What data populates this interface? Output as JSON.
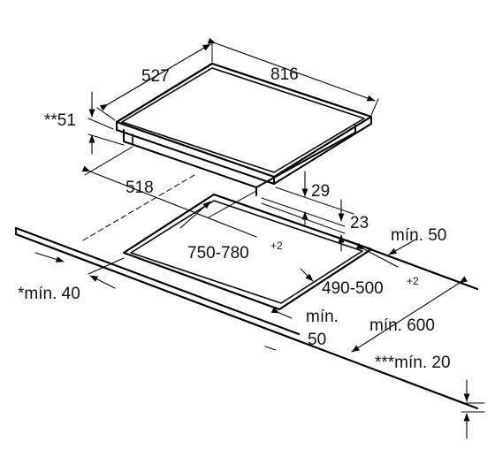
{
  "dimensions": {
    "hob_depth": "527",
    "hob_width": "816",
    "hob_height": "**51",
    "offset_front": "518",
    "offset_29": "29",
    "offset_23": "23",
    "clearance_right": "mín. 50",
    "cutout_width": "750-780",
    "cutout_width_tol": "+2",
    "cutout_depth": "490-500",
    "cutout_depth_tol": "+2",
    "clearance_front_1": "mín.",
    "clearance_front_2": "50",
    "clearance_left": "*mín. 40",
    "worktop_depth": "mín. 600",
    "worktop_thickness": "***mín. 20"
  }
}
